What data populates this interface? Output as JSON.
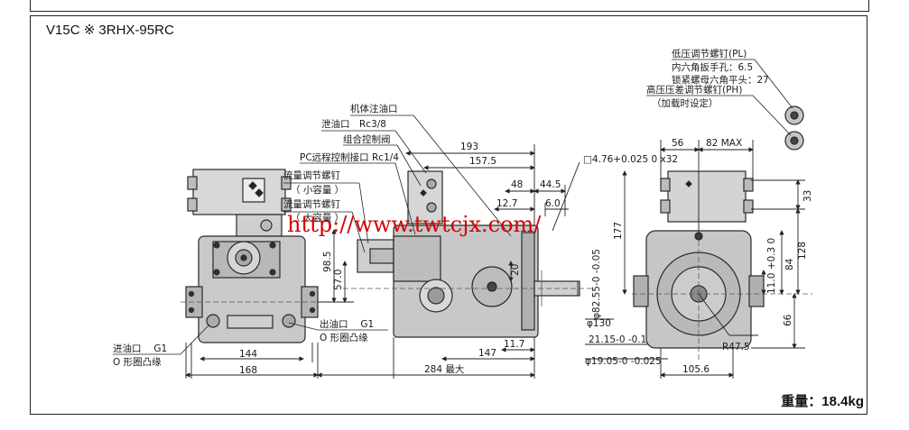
{
  "title": "V15C ※ 3RHX-95RC",
  "weight": "重量：18.4kg",
  "watermark": "http://www.twtcjx.com/",
  "left_view": {
    "dims": [
      "144",
      "168",
      "98.5",
      "57.0"
    ],
    "labels": {
      "inlet": "进油口　 G1",
      "inlet_flange": "O 形圈凸缘",
      "outlet": "出油口　 G1",
      "outlet_flange": "O 形圈凸缘"
    }
  },
  "middle_view": {
    "labels": {
      "filler": "机体注油口",
      "drain": "泄油口　Rc3/8",
      "valve": "组合控制阀",
      "pc_port": "PC远程控制接口 Rc1/4",
      "flow_small": "流量调节螺钉",
      "flow_small_note": "（ 小容量 ）",
      "flow_large": "流量调节螺钉",
      "flow_large_note": "（ 大容量 ）"
    },
    "dims": [
      "193",
      "157.5",
      "48",
      "44.5",
      "12.7",
      "6.0",
      "20",
      "147",
      "11.7",
      "284 最大"
    ],
    "key": "□4.76+0.025 0 x32",
    "shaft": "φ82.55-0 -0.05",
    "pilot": "φ130",
    "key_height": "21.15-0 -0.15",
    "shaft_dia": "φ19.05-0 -0.025"
  },
  "right_view": {
    "labels": {
      "low_screw": "低压调节螺钉(PL)",
      "hex_wrench": "内六角扳手孔：6.5",
      "lock_nut": "锁紧螺母六角平头：27",
      "high_screw": "高压压差调节螺钉(PH)",
      "factory_set": "（加载时设定）"
    },
    "dims": [
      "56",
      "82 MAX",
      "33",
      "177",
      "128",
      "84",
      "11.0 +0.3 0",
      "66",
      "R47.5",
      "105.6"
    ]
  }
}
